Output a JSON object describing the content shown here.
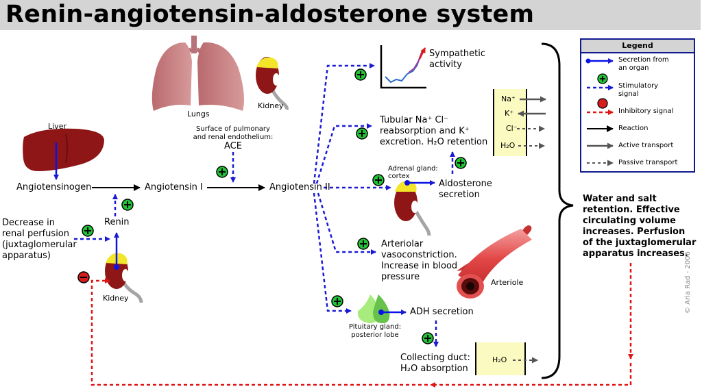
{
  "title": "Renin-angiotensin-aldosterone system",
  "organs": {
    "liver": "Liver",
    "lungs": "Lungs",
    "kidney_top": "Kidney",
    "kidney_left": "Kidney",
    "arteriole": "Arteriole",
    "pituitary": [
      "Pituitary gland:",
      "posterior lobe"
    ],
    "adrenal": [
      "Adrenal gland:",
      "cortex"
    ]
  },
  "nodes": {
    "angiotensinogen": "Angiotensinogen",
    "angiotensin1": "Angiotensin I",
    "angiotensin2": "Angiotensin II",
    "renin": "Renin",
    "ace_source": [
      "Surface of pulmonary",
      "and renal endothelium:"
    ],
    "ace": "ACE",
    "decrease": [
      "Decrease in",
      "renal perfusion",
      "(juxtaglomerular",
      "apparatus)"
    ]
  },
  "effects": {
    "sympathetic": [
      "Sympathetic",
      "activity"
    ],
    "tubular": [
      "Tubular Na⁺ Cl⁻",
      "reabsorption and K⁺",
      "excretion. H₂O retention"
    ],
    "aldosterone": [
      "Aldosterone",
      "secretion"
    ],
    "arteriolar": [
      "Arteriolar",
      "vasoconstriction.",
      "Increase in blood",
      "pressure"
    ],
    "adh": "ADH secretion",
    "collecting": [
      "Collecting duct:",
      "H₂O absorption"
    ]
  },
  "ions": {
    "na": "Na⁺",
    "k": "K⁺",
    "cl": "Cl⁻",
    "h2o": "H₂O",
    "h2o_duct": "H₂O"
  },
  "result": [
    "Water and salt",
    "retention. Effective",
    "circulating volume",
    "increases. Perfusion",
    "of the juxtaglomerular",
    "apparatus increases."
  ],
  "legend": {
    "title": "Legend",
    "items": [
      [
        "Secretion from",
        "an organ"
      ],
      [
        "Stimulatory",
        "signal"
      ],
      [
        "Inhibitory signal"
      ],
      [
        "Reaction"
      ],
      [
        "Active transport"
      ],
      [
        "Passive transport"
      ]
    ]
  },
  "copyright": "© Aria Rad - 2006",
  "colors": {
    "secretion": "#0a12e6",
    "stimulatory": "#1a1ad6",
    "inhibitory": "#e01515",
    "plus_fill": "#22c437",
    "minus_fill": "#d41c1c",
    "organ_red": "#8e1616",
    "membrane": "#fbfac0"
  }
}
